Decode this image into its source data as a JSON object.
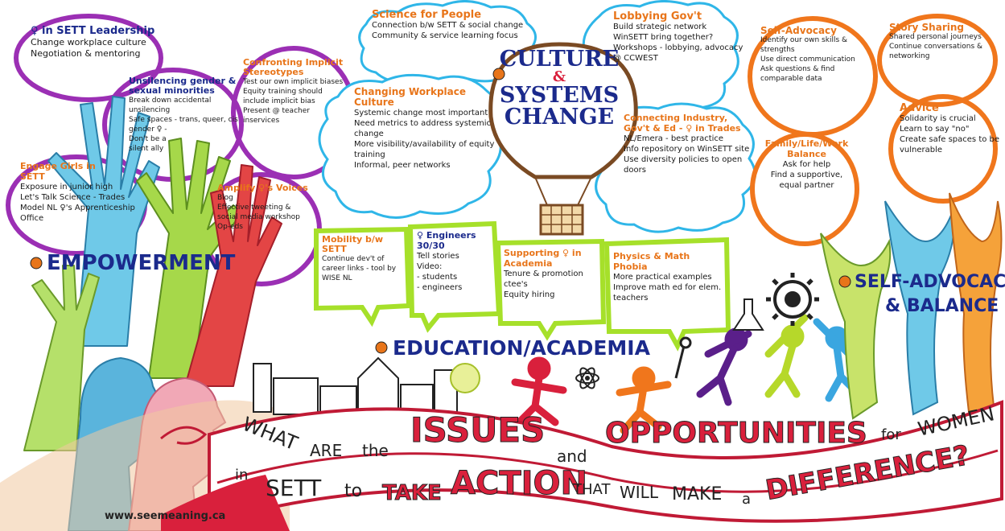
{
  "colors": {
    "purple": "#9b2fb4",
    "blue_cloud": "#2fb6e8",
    "green_box": "#a6e02a",
    "orange": "#f0761c",
    "title_blue": "#1b2a8c",
    "title_red": "#d9203c",
    "section_orange": "#e8751a"
  },
  "center": {
    "line1": "CULTURE",
    "line2": "&",
    "line3": "SYSTEMS",
    "line4": "CHANGE"
  },
  "empowerment": {
    "header": "EMPOWERMENT",
    "sections": [
      {
        "title": "♀ in SETT Leadership",
        "lines": [
          "Change workplace culture",
          "Negotiation & mentoring"
        ]
      },
      {
        "title": "Unsilencing gender & sexual minorities",
        "lines": [
          "Break down accidental unsilencing",
          "Safe spaces - trans, queer, cis gender ♀ -",
          "Don't be a silent ally"
        ]
      },
      {
        "title": "Confronting Implicit Stereotypes",
        "lines": [
          "Test our own implicit biases",
          "Equity training should include implicit bias",
          "Present @ teacher inservices"
        ]
      },
      {
        "title": "Engage Girls in SETT",
        "lines": [
          "Exposure in junior high",
          "Let's Talk Science - Trades",
          "Model NL ♀'s Apprenticeship Office"
        ]
      },
      {
        "title": "Amplify ♀'s Voices",
        "lines": [
          "Blog",
          "Effective tweeting & social media workshop",
          "Op-eds"
        ]
      }
    ]
  },
  "culture": {
    "sections": [
      {
        "title": "Science for People",
        "lines": [
          "Connection b/w SETT & social change",
          "Community & service learning focus"
        ]
      },
      {
        "title": "Changing Workplace Culture",
        "lines": [
          "Systemic change most important",
          "Need metrics to address systemic change",
          "More visibility/availability of equity training",
          "Informal, peer networks"
        ]
      },
      {
        "title": "Lobbying Gov't",
        "lines": [
          "Build strategic network",
          "WinSETT bring together?",
          "Workshops - lobbying, advocacy @ CCWEST"
        ]
      },
      {
        "title": "Connecting Industry, Gov't & Ed - ♀ in Trades",
        "lines": [
          "NL/Emera - best practice",
          "Info repository on WinSETT site",
          "Use diversity policies to open doors"
        ]
      }
    ]
  },
  "education": {
    "header": "EDUCATION/ACADEMIA",
    "sections": [
      {
        "title": "Mobility b/w SETT",
        "lines": [
          "Continue dev't of career links - tool by WISE NL"
        ]
      },
      {
        "title": "♀ Engineers 30/30",
        "lines": [
          "Tell stories",
          "Video:",
          "- students",
          "- engineers"
        ]
      },
      {
        "title": "Supporting ♀ in Academia",
        "lines": [
          "Tenure & promotion ctee's",
          "Equity hiring"
        ]
      },
      {
        "title": "Physics & Math Phobia",
        "lines": [
          "More practical examples",
          "Improve math ed for elem. teachers"
        ]
      }
    ]
  },
  "selfadvocacy": {
    "header_line1": "SELF-ADVOCACY",
    "header_line2": "& BALANCE",
    "sections": [
      {
        "title": "Self-Advocacy",
        "lines": [
          "Identify our own skills & strengths",
          "Use direct communication",
          "Ask questions & find comparable data"
        ]
      },
      {
        "title": "Story Sharing",
        "lines": [
          "Shared personal journeys",
          "Continue conversations & networking"
        ]
      },
      {
        "title": "Family/Life/Work Balance",
        "lines": [
          "Ask for help",
          "Find a supportive, equal partner"
        ]
      },
      {
        "title": "Advice",
        "lines": [
          "Solidarity is crucial",
          "Learn to say \"no\"",
          "Create safe spaces to be vulnerable"
        ]
      }
    ]
  },
  "banner": {
    "w_what": "WHAT",
    "w_are": "ARE",
    "w_the": "the",
    "w_issues": "ISSUES",
    "w_and": "and",
    "w_opportunities": "OPPORTUNITIES",
    "w_for": "for",
    "w_women": "WOMEN",
    "w_in": "in",
    "w_sett": "SETT",
    "w_to": "to",
    "w_take": "TAKE",
    "w_action": "ACTION",
    "w_that": "THAT",
    "w_will": "WILL",
    "w_make": "MAKE",
    "w_a": "a",
    "w_difference": "DIFFERENCE?"
  },
  "footer": {
    "url": "www.seemeaning.ca"
  }
}
